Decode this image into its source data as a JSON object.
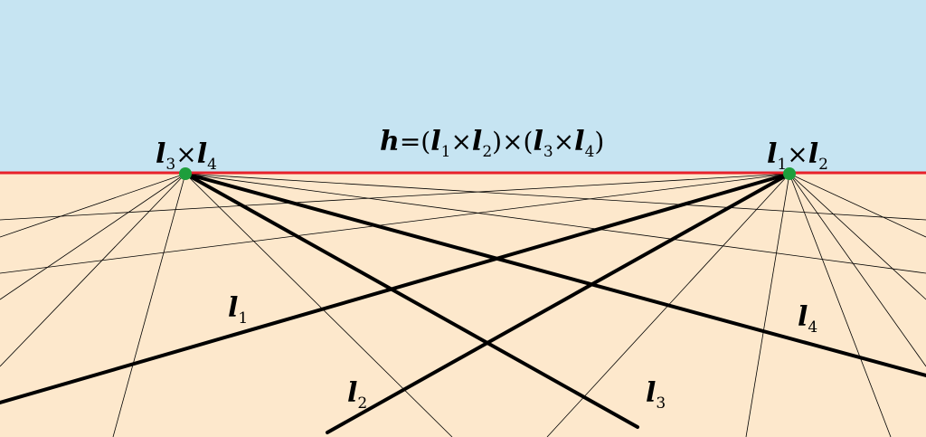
{
  "colors": {
    "sky": "#c6e4f2",
    "ground": "#fde8cc",
    "horizon": "#e8202a",
    "point": "#1e9e3c",
    "line": "#000000"
  },
  "labels": {
    "horizon_formula": {
      "h": "h",
      "eq": "=(",
      "l1": "l",
      "s1": "1",
      "x1": "×",
      "l2": "l",
      "s2": "2",
      "mid": ")×(",
      "l3": "l",
      "s3": "3",
      "x2": "×",
      "l4": "l",
      "s4": "4",
      "end": ")"
    },
    "left_point": {
      "a": "l",
      "sa": "3",
      "x": "×",
      "b": "l",
      "sb": "4"
    },
    "right_point": {
      "a": "l",
      "sa": "1",
      "x": "×",
      "b": "l",
      "sb": "2"
    },
    "line_l1": {
      "l": "l",
      "s": "1"
    },
    "line_l2": {
      "l": "l",
      "s": "2"
    },
    "line_l3": {
      "l": "l",
      "s": "3"
    },
    "line_l4": {
      "l": "l",
      "s": "4"
    }
  }
}
